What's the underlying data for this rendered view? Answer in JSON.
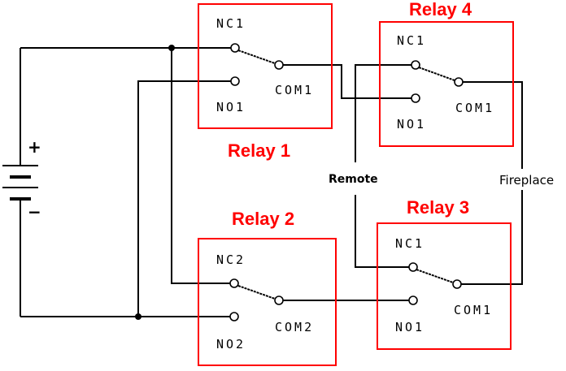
{
  "diagram": {
    "type": "relay wiring schematic",
    "battery": {
      "positive_label": "+",
      "negative_label": "−"
    },
    "relays": [
      {
        "title": "Relay 1",
        "nc_label": "NC1",
        "no_label": "NO1",
        "com_label": "COM1"
      },
      {
        "title": "Relay 2",
        "nc_label": "NC2",
        "no_label": "NO2",
        "com_label": "COM2"
      },
      {
        "title": "Relay 3",
        "nc_label": "NC1",
        "no_label": "NO1",
        "com_label": "COM1"
      },
      {
        "title": "Relay 4",
        "nc_label": "NC1",
        "no_label": "NO1",
        "com_label": "COM1"
      }
    ],
    "labels": {
      "remote": "Remote",
      "fireplace": "Fireplace"
    },
    "colors": {
      "relay_outline": "#ff0000",
      "relay_title": "#ff0000",
      "wire": "#000000"
    }
  }
}
